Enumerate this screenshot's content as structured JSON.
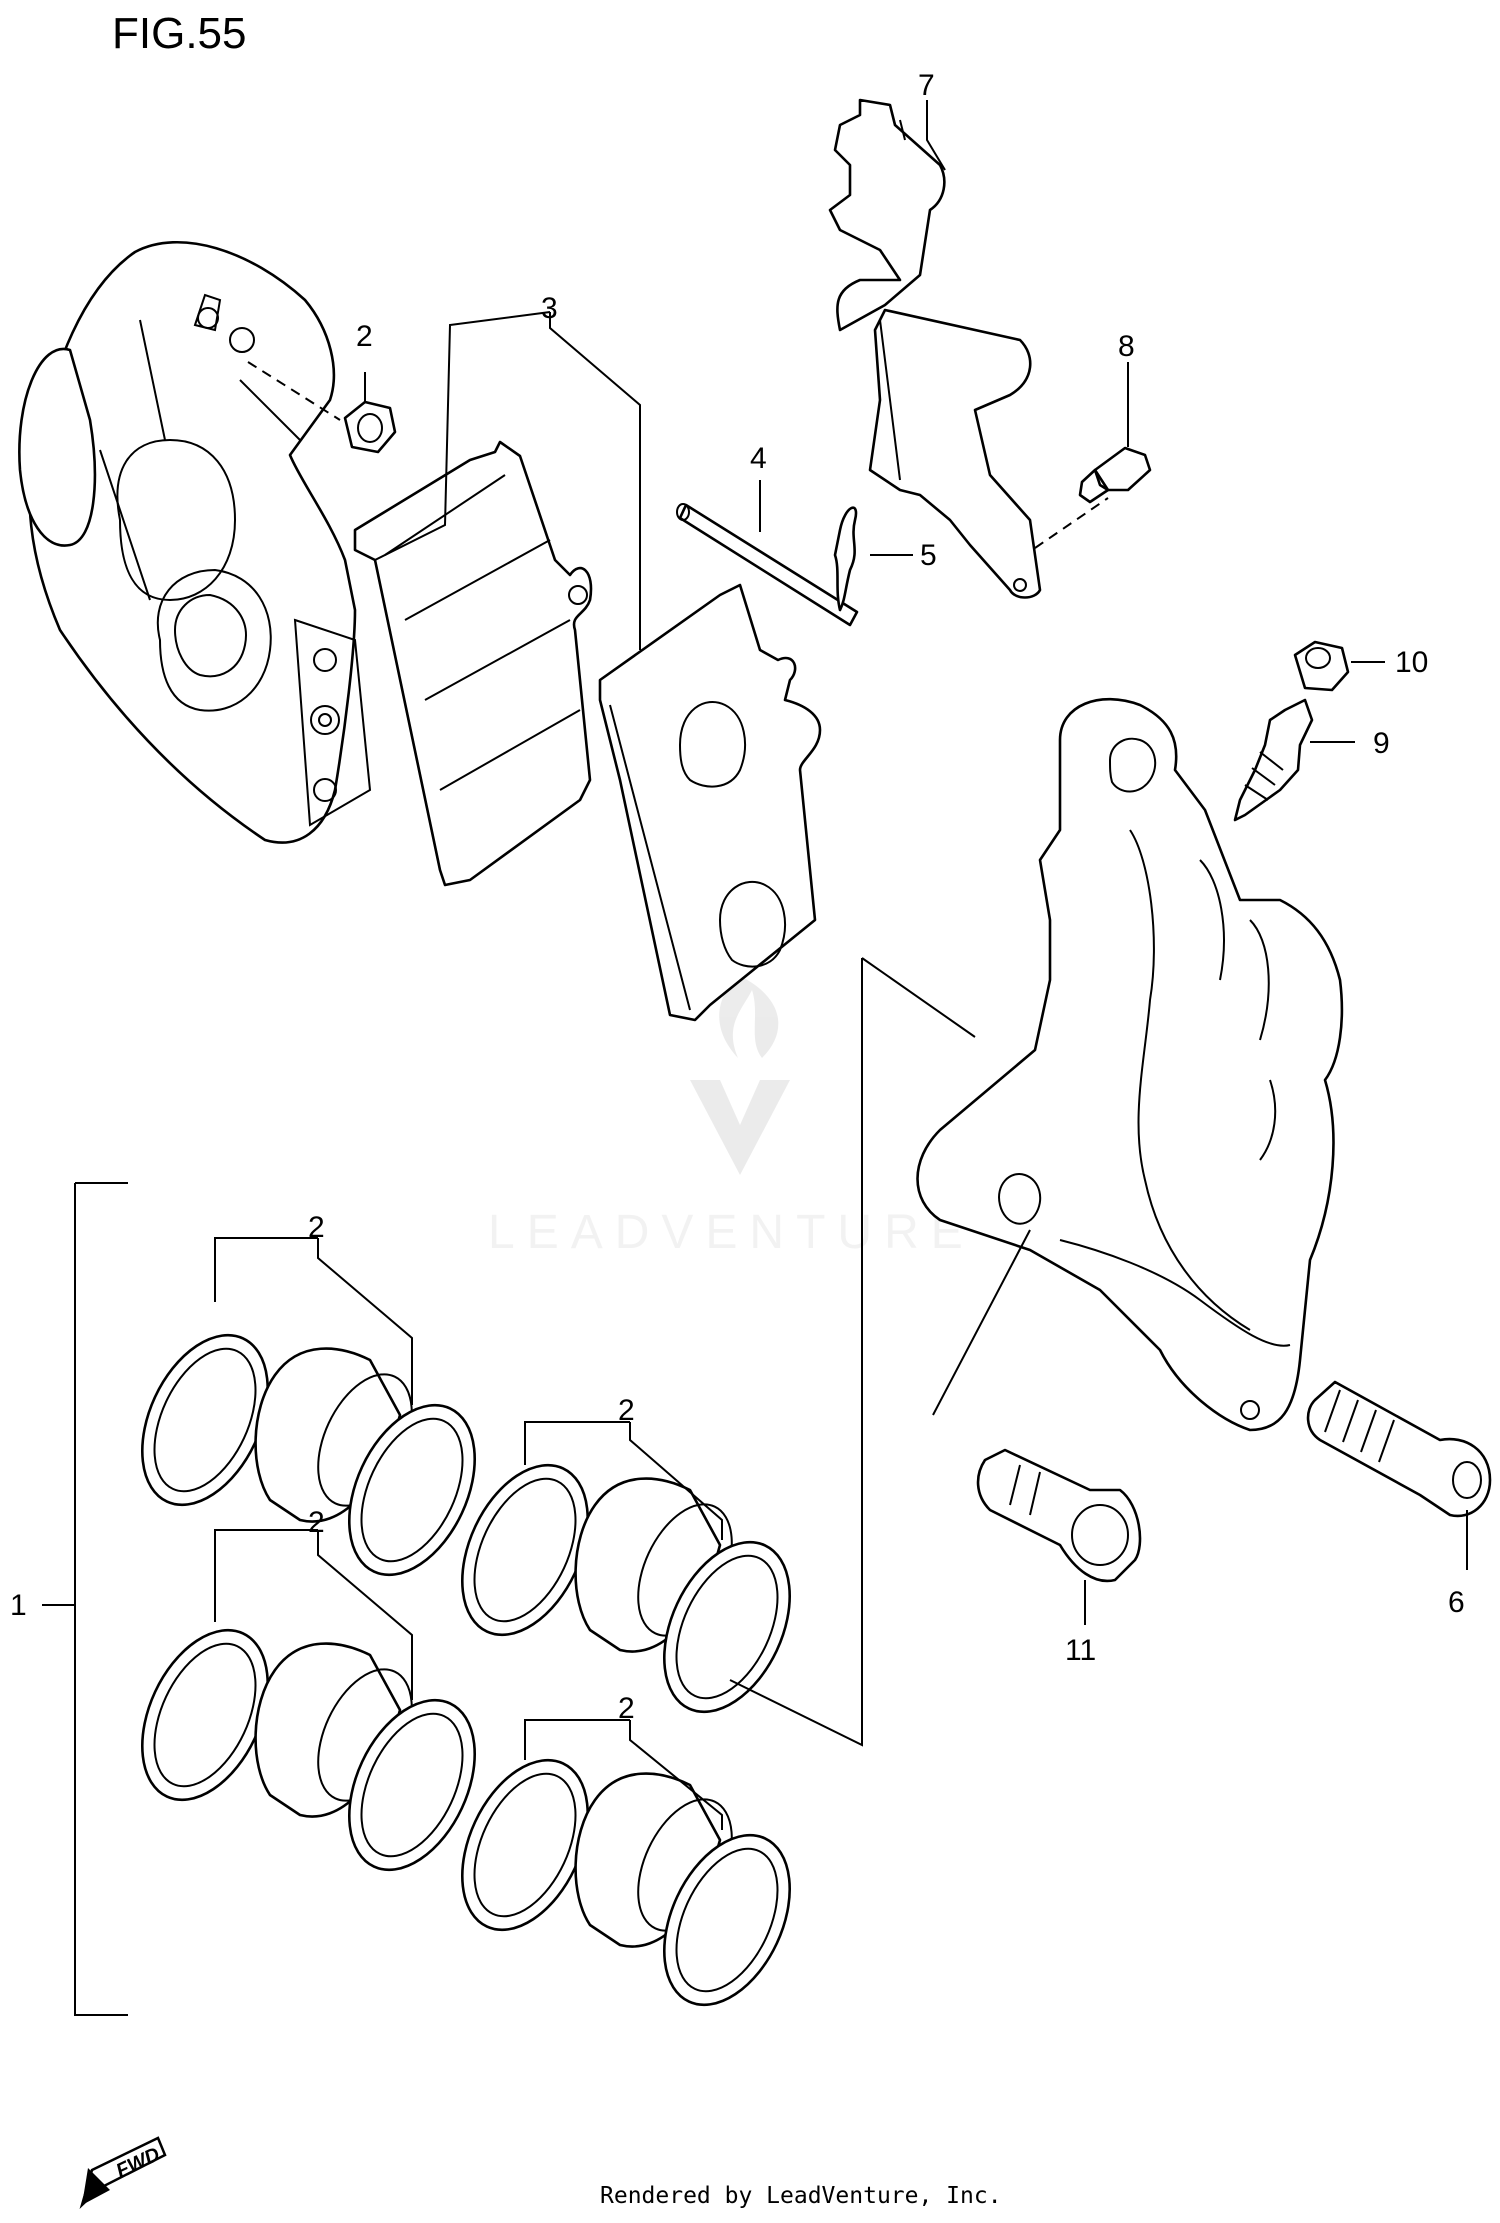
{
  "figure": {
    "title": "FIG.55"
  },
  "callouts": {
    "c1": "1",
    "c2_nut": "2",
    "c2_seal_a": "2",
    "c2_seal_b": "2",
    "c2_seal_c": "2",
    "c2_seal_d": "2",
    "c3": "3",
    "c4": "4",
    "c5": "5",
    "c6": "6",
    "c7": "7",
    "c8": "8",
    "c9": "9",
    "c10": "10",
    "c11": "11"
  },
  "watermark": {
    "text": "LEADVENTURE"
  },
  "direction_badge": {
    "text": "FWD"
  },
  "credit": {
    "text": "Rendered by LeadVenture, Inc."
  }
}
